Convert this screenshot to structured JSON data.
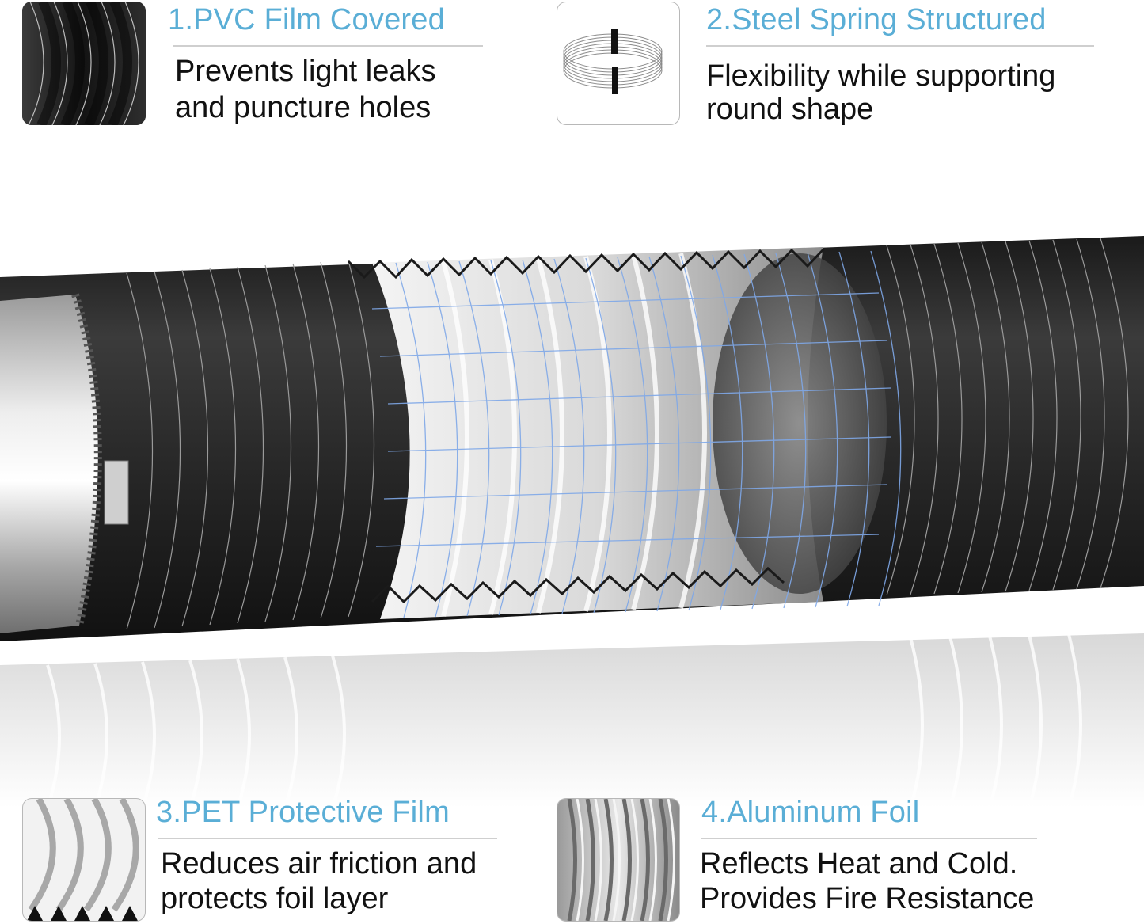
{
  "features": [
    {
      "title": "1.PVC Film Covered",
      "lines": [
        "Prevents light leaks",
        "and puncture holes"
      ],
      "thumb_icon": "pvc-film-icon"
    },
    {
      "title": "2.Steel Spring Structured",
      "lines": [
        "Flexibility while supporting",
        "round shape"
      ],
      "thumb_icon": "steel-spring-icon"
    },
    {
      "title": "3.PET Protective Film",
      "lines": [
        "Reduces air friction and",
        "protects foil layer"
      ],
      "thumb_icon": "pet-film-icon"
    },
    {
      "title": "4.Aluminum Foil",
      "lines": [
        "Reflects Heat and Cold.",
        "Provides Fire Resistance"
      ],
      "thumb_icon": "aluminum-foil-icon"
    }
  ],
  "colors": {
    "title": "#5aaed6",
    "text": "#111111",
    "rule": "#cfcfcf",
    "duct_black": "#2a2a2a",
    "mesh_blue": "#7fa8e8"
  },
  "hero": {
    "icon": "insulated-duct-cutaway-icon"
  }
}
